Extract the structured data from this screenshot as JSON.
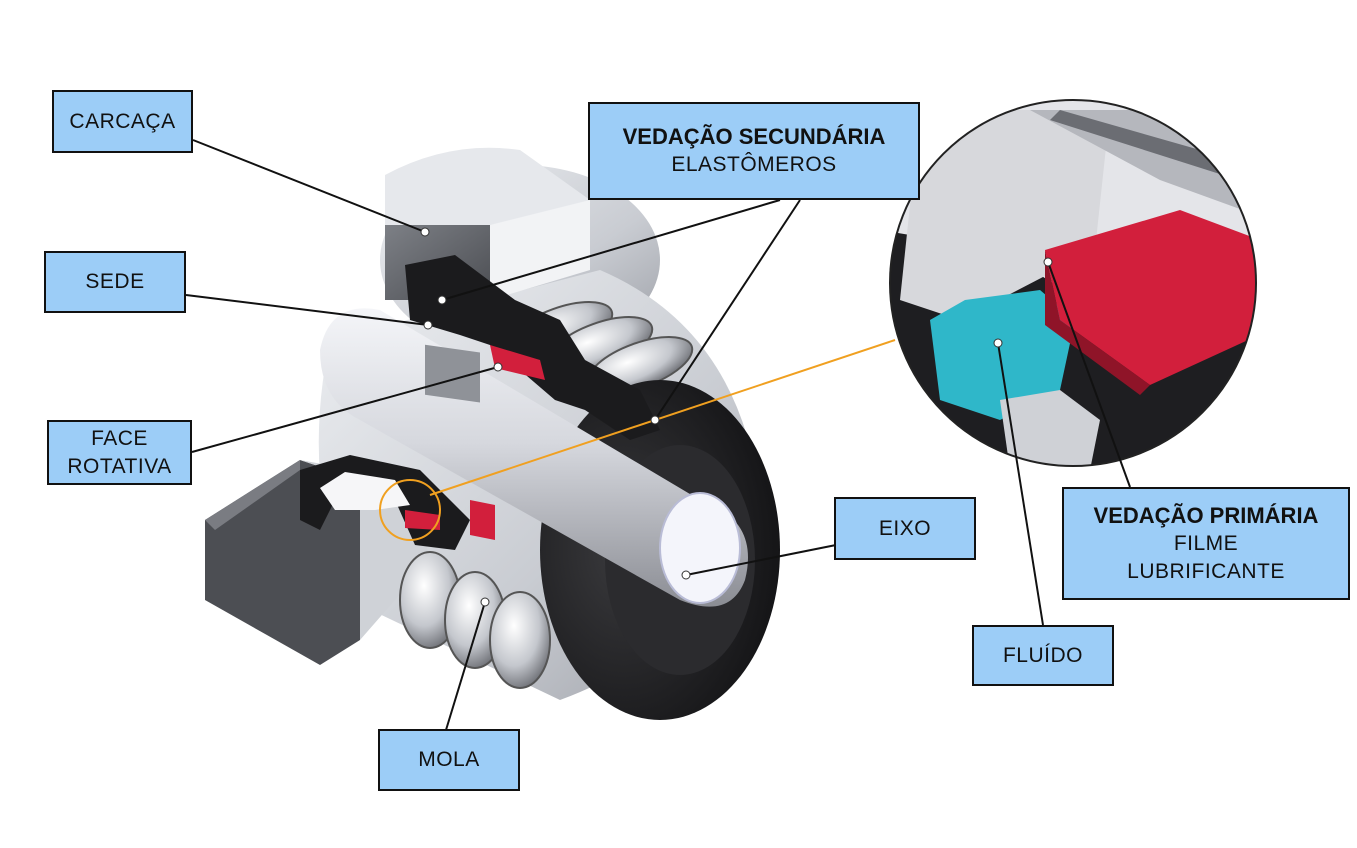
{
  "labels": {
    "carcaca": "CARCAÇA",
    "sede": "SEDE",
    "face_rotativa_1": "FACE",
    "face_rotativa_2": "ROTATIVA",
    "mola": "MOLA",
    "eixo": "EIXO",
    "fluido": "FLUÍDO",
    "vedacao_secundaria_title": "VEDAÇÃO SECUNDÁRIA",
    "vedacao_secundaria_sub": "ELASTÔMEROS",
    "vedacao_primaria_title": "VEDAÇÃO PRIMÁRIA",
    "vedacao_primaria_sub1": "FILME",
    "vedacao_primaria_sub2": "LUBRIFICANTE"
  },
  "colors": {
    "label_fill": "#9ccdf7",
    "elastomer_red": "#d21f3c",
    "fluid_cyan": "#2fb7c9",
    "zoom_line": "#f0a020",
    "metal_dark": "#2a2a2c"
  }
}
